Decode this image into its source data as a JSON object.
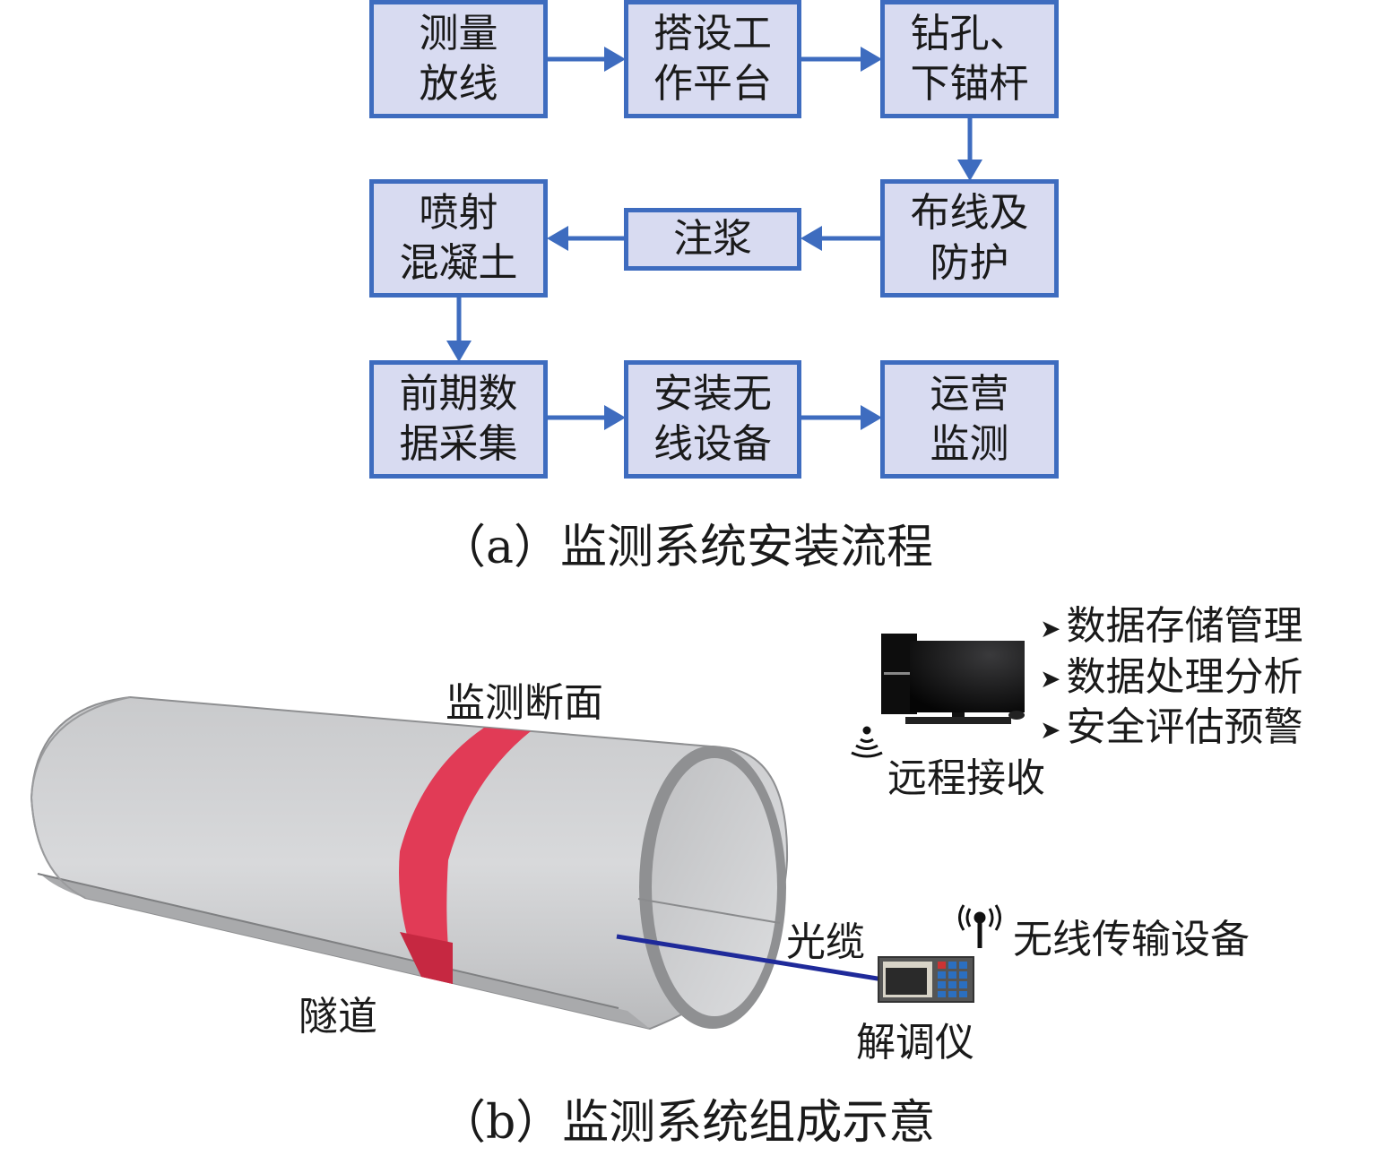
{
  "flowchart": {
    "steps": [
      {
        "id": "s1",
        "lines": [
          "测量",
          "放线"
        ]
      },
      {
        "id": "s2",
        "lines": [
          "搭设工",
          "作平台"
        ]
      },
      {
        "id": "s3",
        "lines": [
          "钻孔、",
          "下锚杆"
        ]
      },
      {
        "id": "s4",
        "lines": [
          "布线及",
          "防护"
        ]
      },
      {
        "id": "s5",
        "lines": [
          "注浆"
        ]
      },
      {
        "id": "s6",
        "lines": [
          "喷射",
          "混凝土"
        ]
      },
      {
        "id": "s7",
        "lines": [
          "前期数",
          "据采集"
        ]
      },
      {
        "id": "s8",
        "lines": [
          "安装无",
          "线设备"
        ]
      },
      {
        "id": "s9",
        "lines": [
          "运营",
          "监测"
        ]
      }
    ],
    "edges": [
      [
        "s1",
        "s2"
      ],
      [
        "s2",
        "s3"
      ],
      [
        "s3",
        "s4"
      ],
      [
        "s4",
        "s5"
      ],
      [
        "s5",
        "s6"
      ],
      [
        "s6",
        "s7"
      ],
      [
        "s7",
        "s8"
      ],
      [
        "s8",
        "s9"
      ]
    ],
    "caption": "（a）监测系统安装流程"
  },
  "system": {
    "monitor_section_label": "监测断面",
    "tunnel_label": "隧道",
    "cable_label": "光缆",
    "wireless_label": "无线传输设备",
    "demodulator_label": "解调仪",
    "remote_label": "远程接收",
    "functions": [
      "数据存储管理",
      "数据处理分析",
      "安全评估预警"
    ],
    "caption": "（b）监测系统组成示意"
  },
  "colors": {
    "box_fill": "#d8dbf1",
    "box_border": "#3e6cbf",
    "arrow": "#3e6cbf",
    "tunnel": "#c8c9cb",
    "section_band": "#e2334f",
    "cable": "#1f2a9a"
  }
}
